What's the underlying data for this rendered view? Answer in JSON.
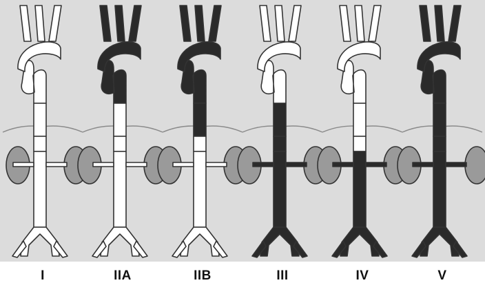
{
  "colors": {
    "background": "#dcdcdc",
    "dissection": "#2a2a2a",
    "normal_vessel": "#ffffff",
    "outline": "#333333",
    "kidney": "#9a9a9a",
    "diaphragm": "#8a8a8a"
  },
  "panels": [
    {
      "label": "I",
      "dissected": []
    },
    {
      "label": "IIA",
      "dissected": [
        "arch"
      ]
    },
    {
      "label": "IIB",
      "dissected": [
        "arch",
        "descending_upper"
      ]
    },
    {
      "label": "III",
      "dissected": [
        "descending_thoracic",
        "abdominal",
        "iliac"
      ]
    },
    {
      "label": "IV",
      "dissected": [
        "abdominal",
        "iliac"
      ]
    },
    {
      "label": "V",
      "dissected": [
        "arch",
        "descending_thoracic",
        "abdominal",
        "iliac"
      ]
    }
  ]
}
